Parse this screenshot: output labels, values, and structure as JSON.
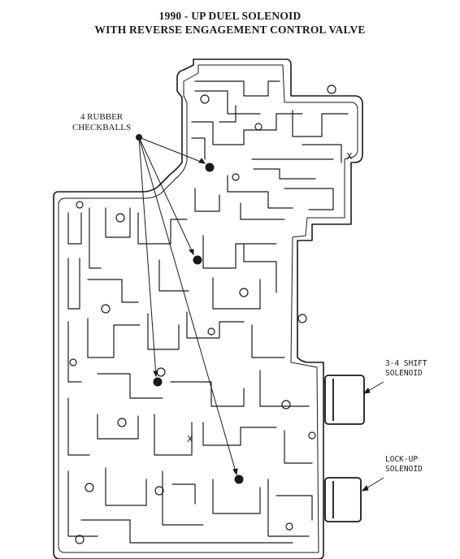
{
  "title": {
    "line1": "1990 - UP DUEL SOLENOID",
    "line2": "WITH REVERSE ENGAGEMENT CONTROL VALVE"
  },
  "labels": {
    "checkballs_line1": "4 RUBBER",
    "checkballs_line2": "CHECKBALLS",
    "shift_solenoid_line1": "3-4 SHIFT",
    "shift_solenoid_line2": "SOLENOID",
    "lockup_solenoid_line1": "LOCK-UP",
    "lockup_solenoid_line2": "SOLENOID",
    "x_mark_upper": "X",
    "x_mark_lower": "X"
  },
  "colors": {
    "ink": "#1a1a1a",
    "paper": "#ffffff"
  }
}
